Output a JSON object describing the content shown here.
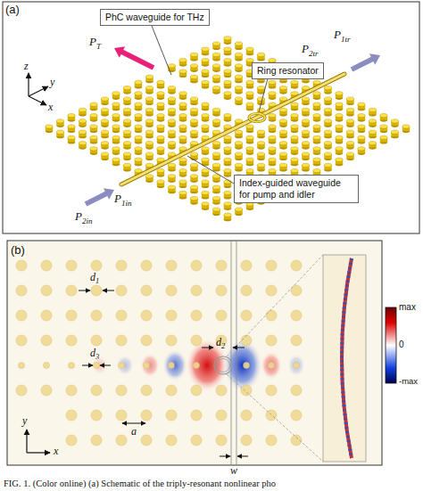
{
  "diagram": {
    "caption": "FIG. 1. (Color online) (a) Schematic of the triply-resonant nonlinear pho",
    "nodes": [
      {
        "text": [
          "PhC waveguide for THz"
        ]
      },
      {
        "text": [
          "Ring resonator"
        ]
      },
      {
        "text": [
          "Index-guided waveguide for pump and idler"
        ]
      }
    ],
    "labels": [
      "(a)",
      "z",
      "y",
      "x",
      "PT",
      "P1tr",
      "P2tr",
      "P1in",
      "P2in",
      "(b)",
      "d1",
      "d2",
      "d3",
      "a",
      "y",
      "x",
      "w",
      "max",
      "0",
      "-max"
    ]
  }
}
